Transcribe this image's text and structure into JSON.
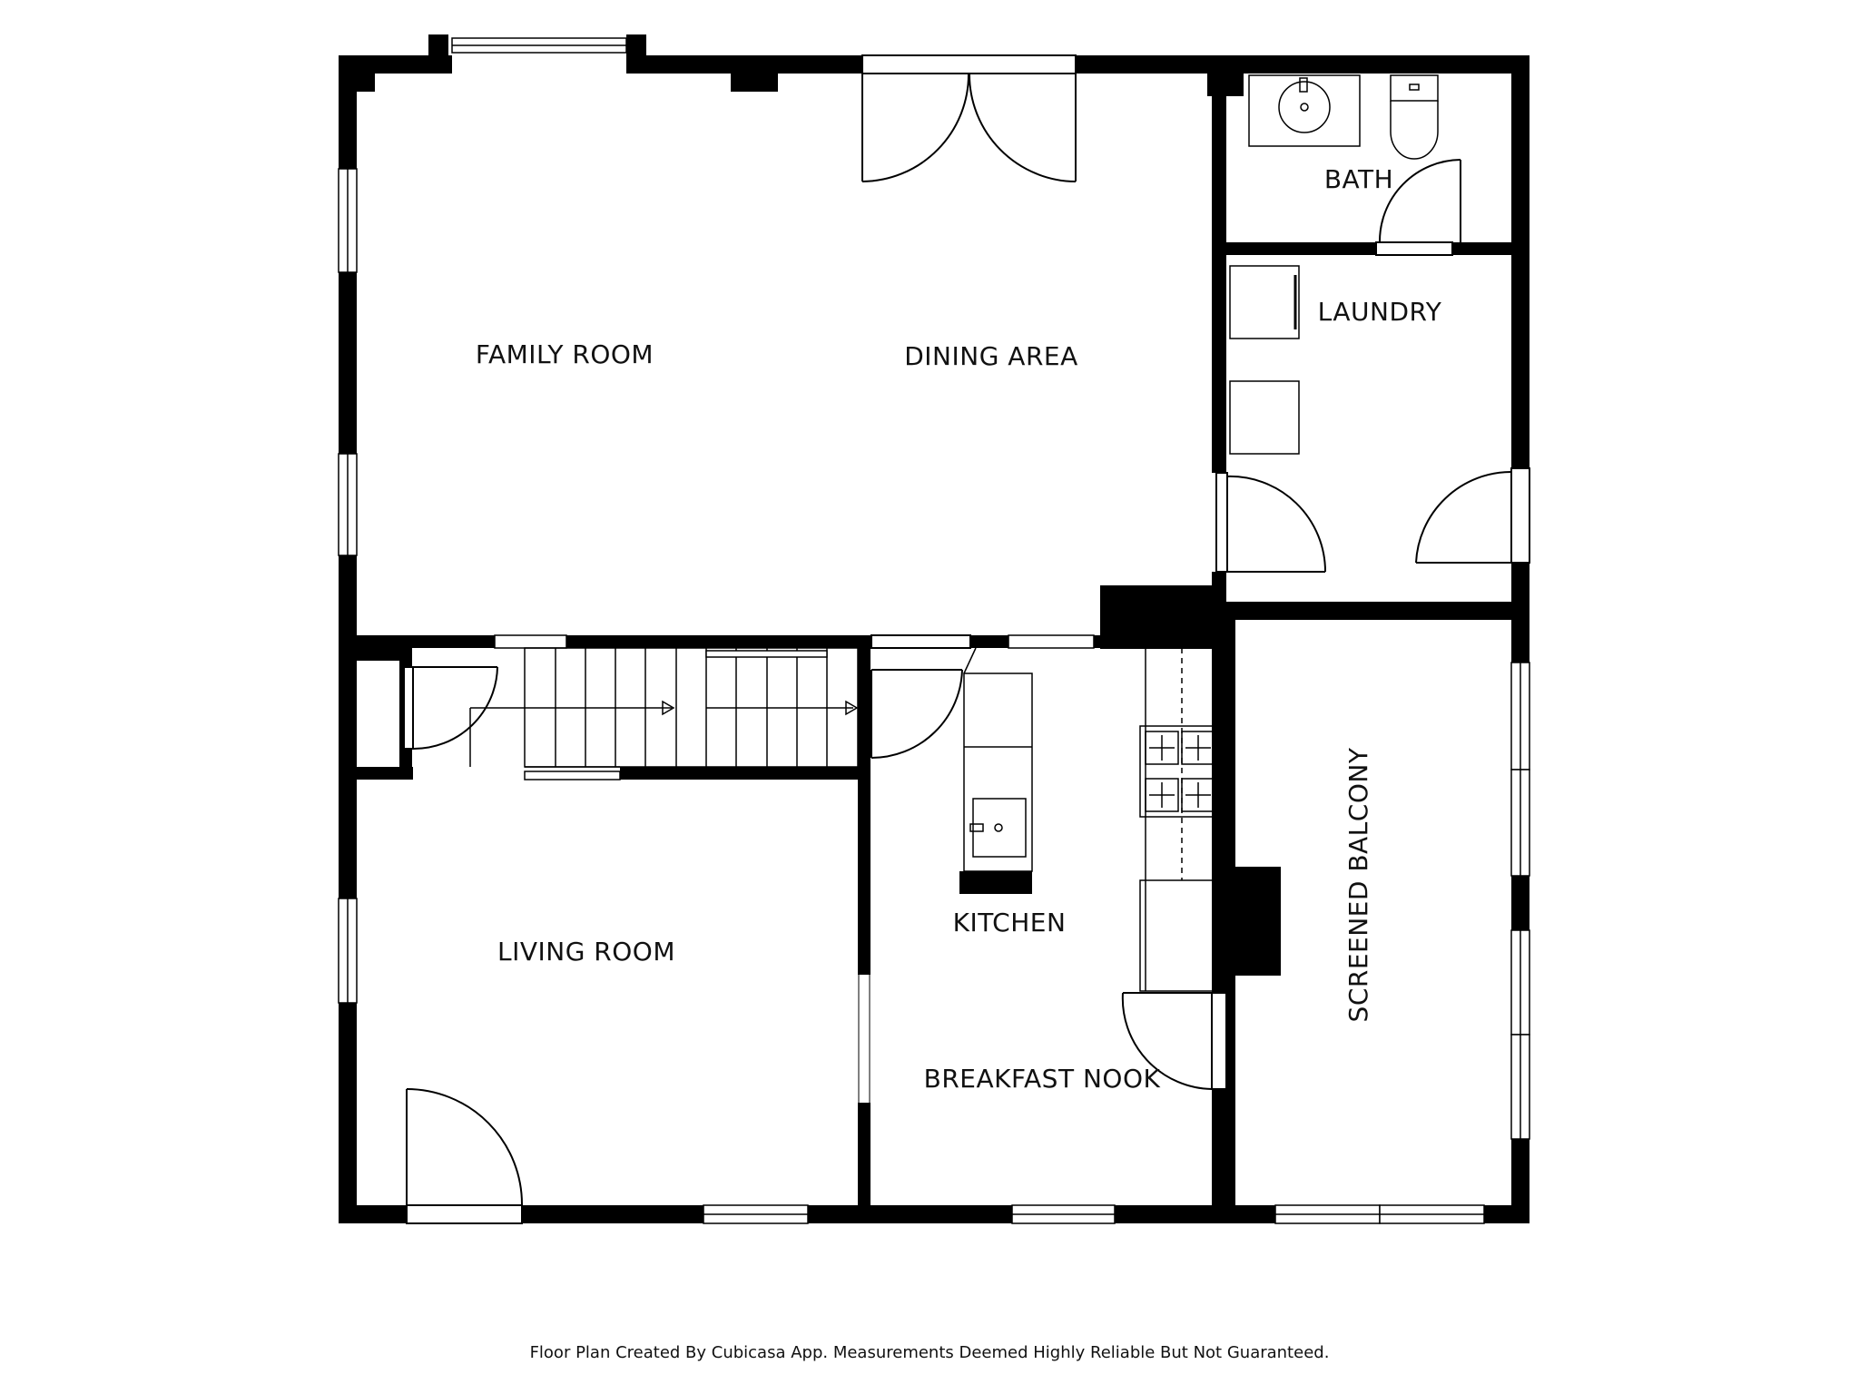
{
  "rooms": {
    "family_room": "FAMILY ROOM",
    "dining_area": "DINING AREA",
    "bath": "BATH",
    "laundry": "LAUNDRY",
    "living_room": "LIVING ROOM",
    "kitchen": "KITCHEN",
    "breakfast_nook": "BREAKFAST NOOK",
    "screened_balcony": "SCREENED BALCONY"
  },
  "footer": "Floor Plan Created By Cubicasa App. Measurements Deemed Highly Reliable But Not Guaranteed.",
  "colors": {
    "wall": "#000000",
    "background": "#ffffff",
    "line": "#000000"
  }
}
